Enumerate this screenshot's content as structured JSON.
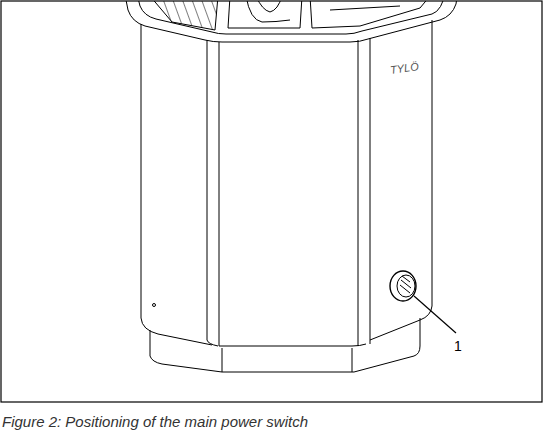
{
  "diagram": {
    "caption": "Figure 2: Positioning of the main power switch",
    "labels": [
      "TYLÖ",
      "1"
    ]
  }
}
